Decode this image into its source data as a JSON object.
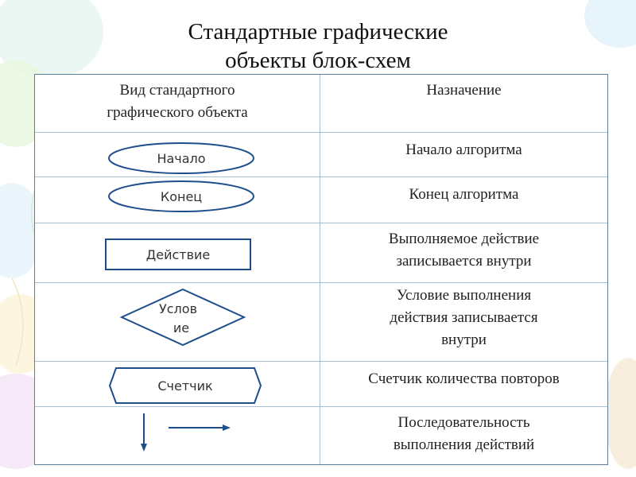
{
  "title": {
    "line1": "Стандартные графические",
    "line2": "объекты блок-схем"
  },
  "table": {
    "headers": {
      "left": [
        "Вид стандартного",
        "графического объекта"
      ],
      "right": "Назначение"
    },
    "rows": [
      {
        "shape": "ellipse",
        "shape_label": "Начало",
        "purpose": [
          "Начало алгоритма"
        ]
      },
      {
        "shape": "ellipse",
        "shape_label": "Конец",
        "purpose": [
          "Конец алгоритма"
        ]
      },
      {
        "shape": "rectangle",
        "shape_label": "Действие",
        "purpose": [
          "Выполняемое действие",
          "записывается внутри"
        ]
      },
      {
        "shape": "diamond",
        "shape_label": [
          "Услов",
          "ие"
        ],
        "purpose": [
          "Условие выполнения",
          "действия записывается",
          "внутри"
        ]
      },
      {
        "shape": "hexagon",
        "shape_label": "Счетчик",
        "purpose": [
          "Счетчик количества повторов"
        ]
      },
      {
        "shape": "arrows",
        "purpose": [
          "Последовательность",
          "выполнения действий"
        ]
      }
    ]
  },
  "colors": {
    "shape_stroke": "#1f4e8c",
    "table_border": "#5b7e9c",
    "grid_line": "#a9bfd2"
  }
}
